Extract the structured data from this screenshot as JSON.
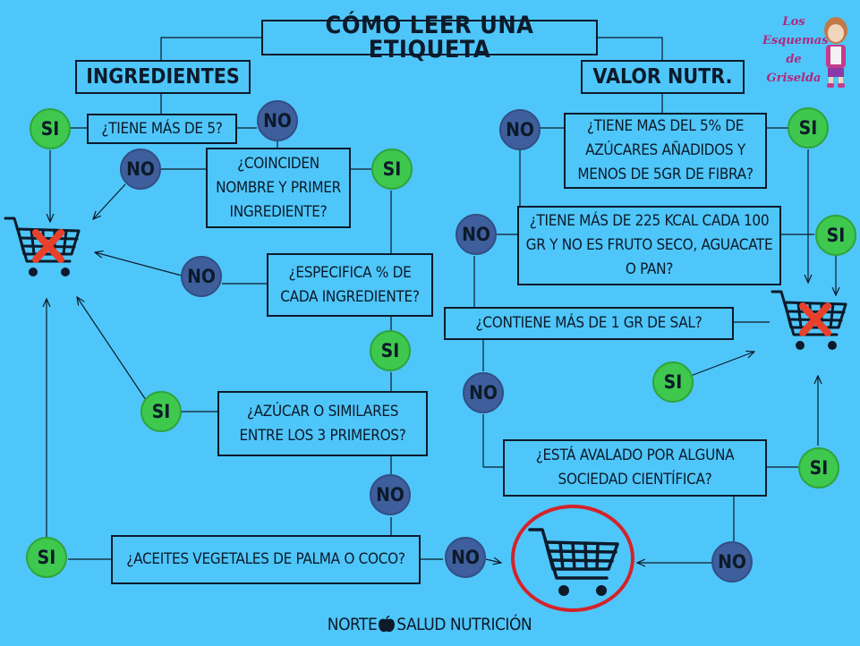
{
  "title": "CÓMO LEER UNA ETIQUETA",
  "branches": {
    "left_header": "INGREDIENTES",
    "right_header": "VALOR NUTR."
  },
  "questions": {
    "q_mas_de_5": "¿TIENE MÁS DE 5?",
    "q_coinciden": "¿COINCIDEN\nNOMBRE Y PRIMER\nINGREDIENTE?",
    "q_especifica": "¿ESPECIFICA % DE\nCADA  INGREDIENTE?",
    "q_azucar": "¿AZÚCAR O SIMILARES\nENTRE LOS 3 PRIMEROS?",
    "q_aceites": "¿ACEITES VEGETALES DE PALMA O COCO?",
    "q_azucares_fibra": "¿TIENE MAS DEL 5% DE\nAZÚCARES AÑADIDOS Y\nMENOS DE 5GR DE FIBRA?",
    "q_kcal": "¿TIENE MÁS DE 225 KCAL CADA 100\nGR Y NO ES FRUTO SECO, AGUACATE\nO PAN?",
    "q_sal": "¿CONTIENE MÁS DE 1 GR DE SAL?",
    "q_avalado": "¿ESTÁ AVALADO POR ALGUNA\nSOCIEDAD CIENTÍFICA?"
  },
  "answers": {
    "si": "SI",
    "no": "NO"
  },
  "logo": {
    "text_lines": [
      "Los",
      "Esquemas",
      "de",
      "Griselda"
    ],
    "color": "#b0287d"
  },
  "footer": {
    "left": "NORTE",
    "right": "SALUD NUTRICIÓN"
  },
  "colors": {
    "background": "#4fc6f9",
    "si_circle": "#3fc84e",
    "no_circle": "#3f5f9c",
    "reject_cross": "#e8402a",
    "accept_ring": "#d3232a"
  },
  "icons": [
    "cart-rejected-icon",
    "cart-accepted-icon",
    "apple-icon"
  ]
}
